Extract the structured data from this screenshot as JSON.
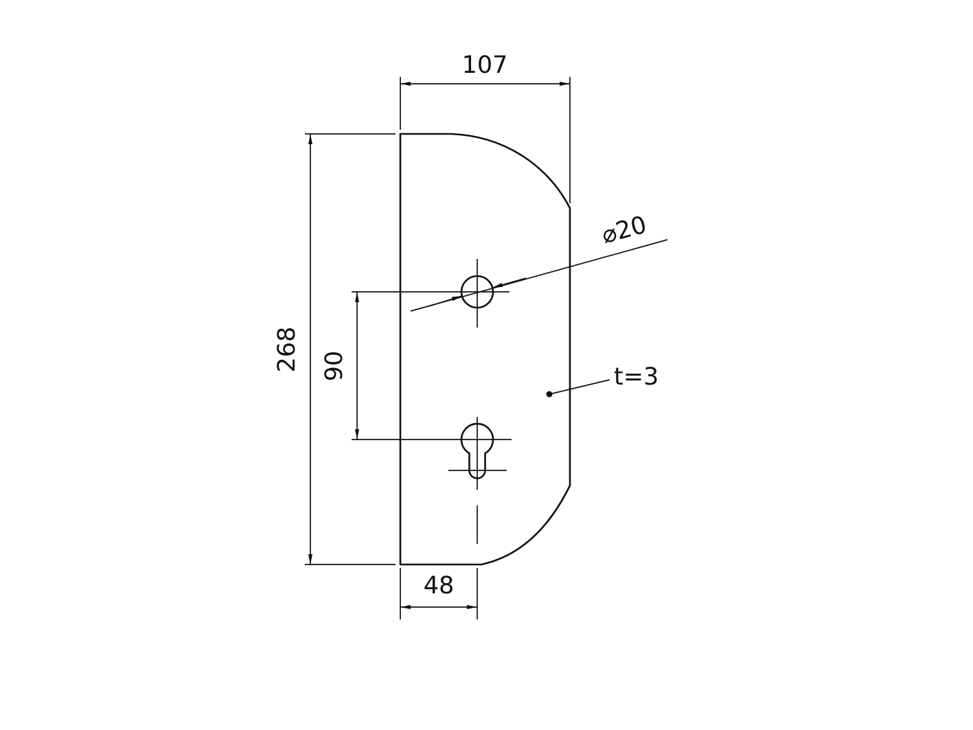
{
  "drawing": {
    "title": "plate-technical-drawing",
    "dimensions": {
      "top_width": "107",
      "overall_height": "268",
      "hole_spacing": "90",
      "bottom_offset": "48",
      "hole_diameter": "⌀20",
      "thickness": "t=3"
    },
    "colors": {
      "line": "#111111",
      "background": "#ffffff"
    }
  }
}
